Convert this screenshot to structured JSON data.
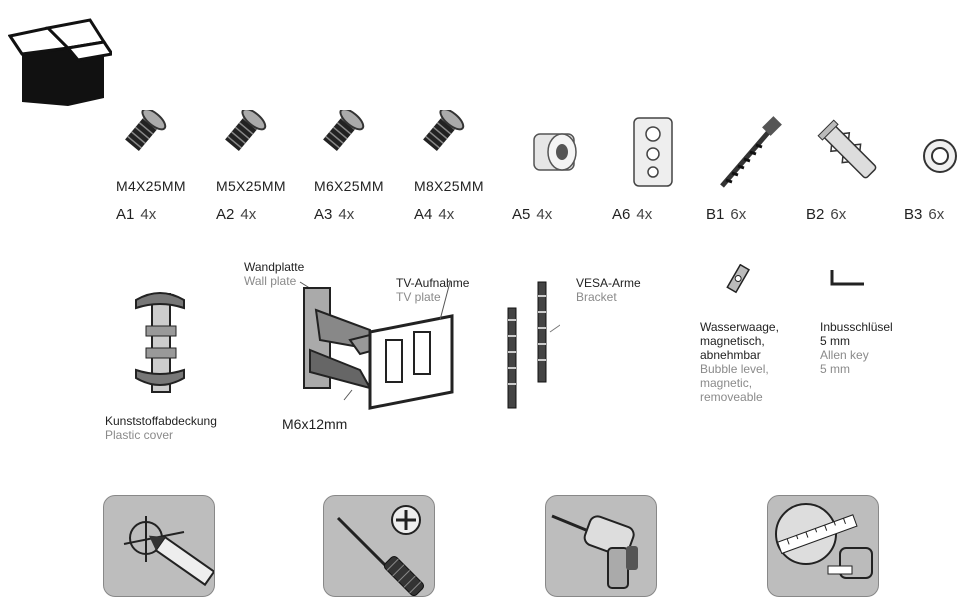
{
  "parts": [
    {
      "size": "M4X25MM",
      "code": "A1",
      "qty": "4x"
    },
    {
      "size": "M5X25MM",
      "code": "A2",
      "qty": "4x"
    },
    {
      "size": "M6X25MM",
      "code": "A3",
      "qty": "4x"
    },
    {
      "size": "M8X25MM",
      "code": "A4",
      "qty": "4x"
    },
    {
      "size": "",
      "code": "A5",
      "qty": "4x"
    },
    {
      "size": "",
      "code": "A6",
      "qty": "4x"
    },
    {
      "size": "",
      "code": "B1",
      "qty": "6x"
    },
    {
      "size": "",
      "code": "B2",
      "qty": "6x"
    },
    {
      "size": "",
      "code": "B3",
      "qty": "6x"
    }
  ],
  "labels": {
    "cover_de": "Kunststoffabdeckung",
    "cover_en": "Plastic cover",
    "wallplate_de": "Wandplatte",
    "wallplate_en": "Wall plate",
    "tvplate_de": "TV-Aufnahme",
    "tvplate_en": "TV plate",
    "bolt": "M6x12mm",
    "vesa_de": "VESA-Arme",
    "vesa_en": "Bracket",
    "level_de_1": "Wasserwaage,",
    "level_de_2": "magnetisch,",
    "level_de_3": "abnehmbar",
    "level_en_1": "Bubble level,",
    "level_en_2": "magnetic,",
    "level_en_3": "removeable",
    "allen_de_1": "Inbusschlüsel",
    "allen_de_2": "5 mm",
    "allen_en_1": "Allen key",
    "allen_en_2": "5 mm"
  },
  "tools": [
    "pencil-icon",
    "screwdriver-icon",
    "drill-icon",
    "tape-measure-icon"
  ]
}
